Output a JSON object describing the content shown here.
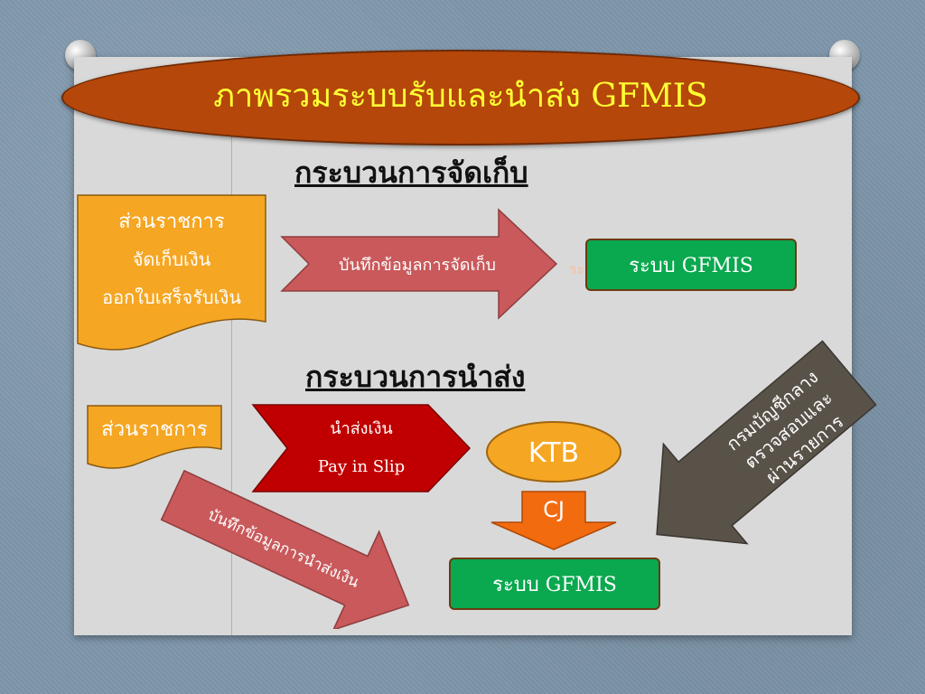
{
  "title": "ภาพรวมระบบรับและนำส่ง GFMIS",
  "collection": {
    "heading": "กระบวนการจัดเก็บ",
    "agency_lines": [
      "ส่วนราชการ",
      "จัดเก็บเงิน",
      "ออกใบเสร็จรับเงิน"
    ],
    "arrow_label": "บันทึกข้อมูลการจัดเก็บ",
    "hidden_text": "ระ",
    "system_label": "ระบบ GFMIS"
  },
  "remittance": {
    "heading": "กระบวนการนำส่ง",
    "agency_label": "ส่วนราชการ",
    "remit_line1": "นำส่งเงิน",
    "remit_line2": "Pay in Slip",
    "bank_label": "KTB",
    "cj_label": "CJ",
    "record_arrow_label": "บันทึกข้อมูลการนำส่งเงิน",
    "comptroller_lines": [
      "กรมบัญชีกลาง",
      "ตรวจสอบและ",
      "ผ่านรายการ"
    ],
    "system_label": "ระบบ GFMIS"
  },
  "colors": {
    "background": "#7f97ab",
    "board": "#d9d9d9",
    "title_oval": "#b5470b",
    "title_text": "#ffff33",
    "orange_box": "#f5a623",
    "pink_arrow": "#c9595b",
    "red_arrow": "#c00000",
    "green_box": "#0aa84f",
    "ktb_oval": "#f5a623",
    "cj_arrow": "#f26b0f",
    "gray_arrow": "#595249"
  }
}
